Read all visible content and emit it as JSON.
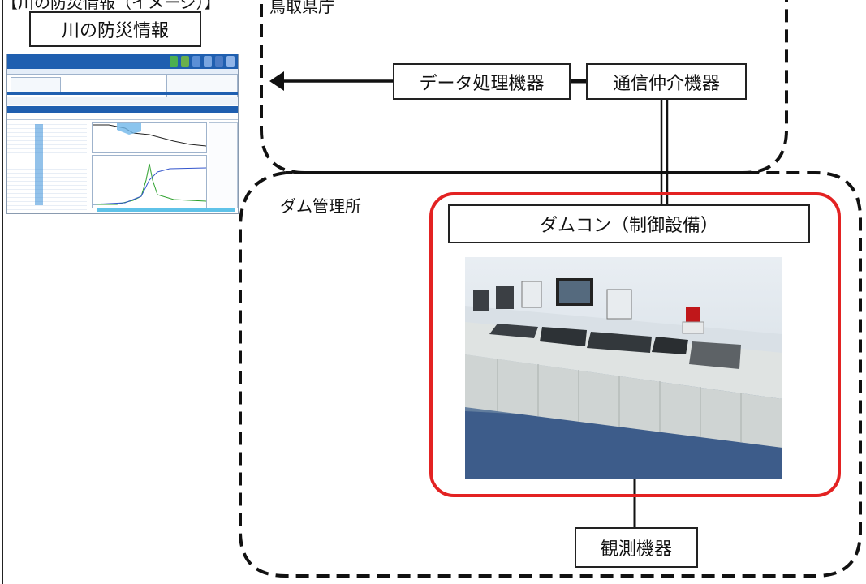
{
  "top_label": "【川の防災情報（イメージ）】",
  "prefecture_label": "鳥取県庁",
  "dam_office_label": "ダム管理所",
  "nodes": {
    "river_info": "川の防災情報",
    "data_processor": "データ処理機器",
    "comm_broker": "通信仲介機器",
    "damcon": "ダムコン（制御設備）",
    "observation": "観測機器"
  },
  "colors": {
    "highlight_border": "#e32222",
    "connector": "#111111",
    "web_header": "#1f5fb0"
  }
}
